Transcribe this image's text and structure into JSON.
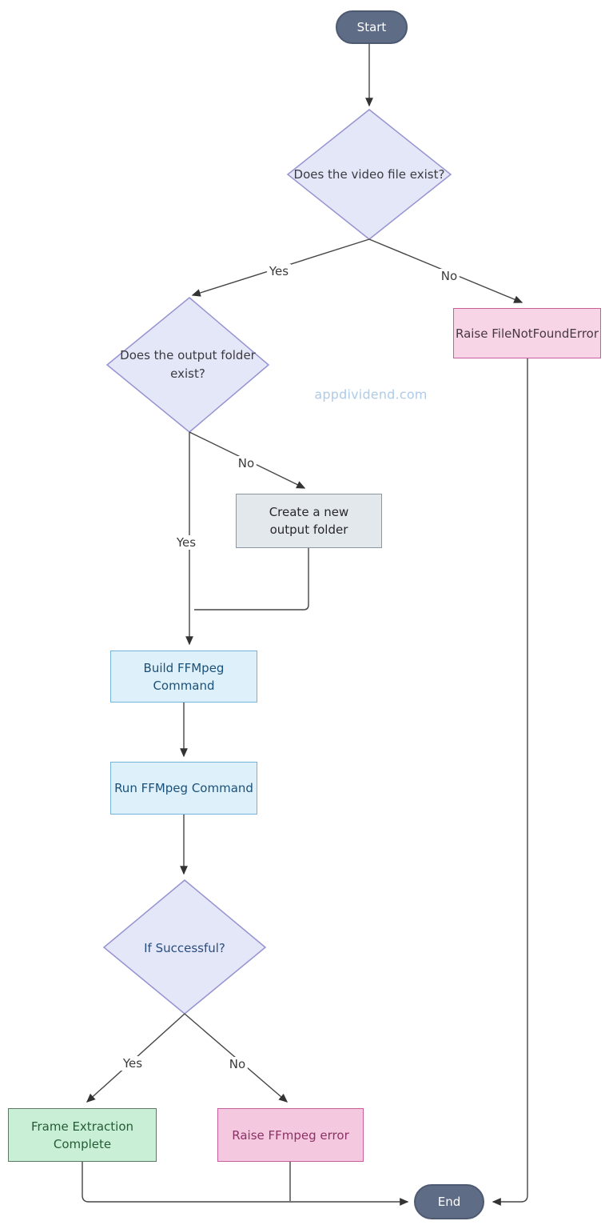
{
  "watermark": "appdividend.com",
  "nodes": {
    "start": {
      "label": "Start",
      "type": "terminal"
    },
    "video_exists": {
      "label": "Does the video file exist?",
      "type": "decision"
    },
    "raise_file_not_found": {
      "label": "Raise FileNotFoundError",
      "type": "error"
    },
    "output_folder_exists": {
      "label": "Does the output folder exist?",
      "type": "decision"
    },
    "create_output_folder": {
      "label": "Create a new output folder",
      "type": "process"
    },
    "build_ffmpeg_command": {
      "label": "Build FFMpeg Command",
      "type": "process"
    },
    "run_ffmpeg_command": {
      "label": "Run FFMpeg Command",
      "type": "process"
    },
    "if_successful": {
      "label": "If Successful?",
      "type": "decision"
    },
    "frame_extraction_complete": {
      "label": "Frame Extraction Complete",
      "type": "success"
    },
    "raise_ffmpeg_error": {
      "label": "Raise FFmpeg error",
      "type": "error"
    },
    "end": {
      "label": "End",
      "type": "terminal"
    }
  },
  "edge_labels": {
    "video_exists_yes": "Yes",
    "video_exists_no": "No",
    "output_folder_no": "No",
    "output_folder_yes": "Yes",
    "if_successful_yes": "Yes",
    "if_successful_no": "No"
  },
  "colors": {
    "terminal_fill": "#5e6c86",
    "terminal_text": "#ffffff",
    "decision_fill": "#e3e7f8",
    "decision_border": "#9793d1",
    "decision_text": "#3a3a40",
    "decision_text_blue": "#2a4d80",
    "process_blue_fill": "#def1fb",
    "process_blue_border": "#74b4d8",
    "process_blue_text": "#1b5078",
    "process_gray_fill": "#e3e8ec",
    "process_gray_border": "#8b97a3",
    "error_fill": "#f8d5e6",
    "error_border": "#c75e9d",
    "error_text": "#8c3166",
    "success_fill": "#c9f0d6",
    "success_border": "#5a7a62",
    "success_text": "#265c35",
    "connector": "#454545",
    "watermark_text": "#aecbe8"
  }
}
